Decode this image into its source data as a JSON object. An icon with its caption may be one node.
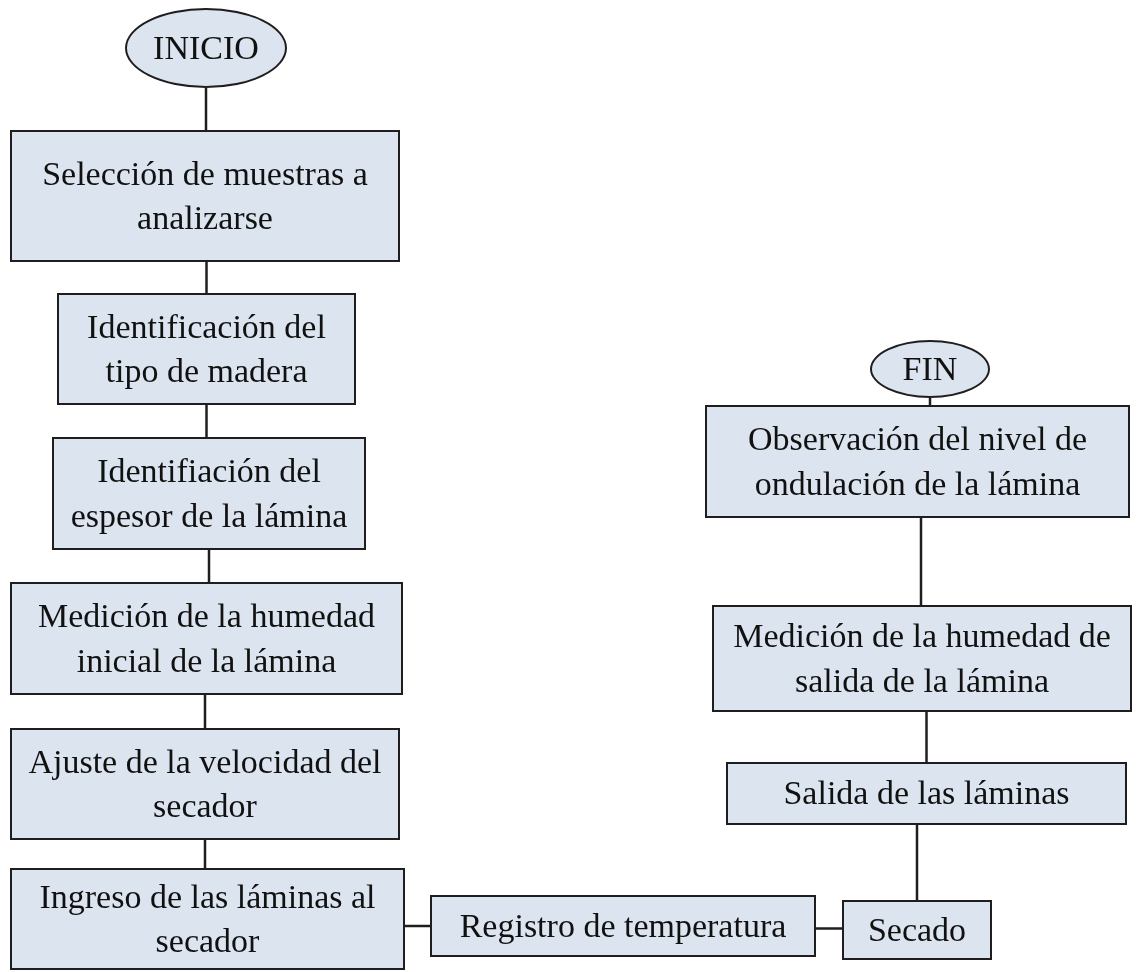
{
  "diagram": {
    "nodes": [
      {
        "text": [
          "INICIO"
        ]
      },
      {
        "text": [
          "Selección de muestras a analizarse"
        ]
      },
      {
        "text": [
          "Identificación del tipo de madera"
        ]
      },
      {
        "text": [
          "Identifiación del espesor de la lámina"
        ]
      },
      {
        "text": [
          "Medición de la humedad inicial de la lámina"
        ]
      },
      {
        "text": [
          "Ajuste de la velocidad del secador"
        ]
      },
      {
        "text": [
          "Ingreso de las láminas al secador"
        ]
      },
      {
        "text": [
          "Registro de temperatura"
        ]
      },
      {
        "text": [
          "Secado"
        ]
      },
      {
        "text": [
          "Salida de las láminas"
        ]
      },
      {
        "text": [
          "Medición de la humedad de salida de la lámina"
        ]
      },
      {
        "text": [
          "Observación del nivel de ondulación de la lámina"
        ]
      },
      {
        "text": [
          "FIN"
        ]
      }
    ],
    "edges": [
      {
        "from": 0,
        "to": 1,
        "arrow": "none"
      },
      {
        "from": 1,
        "to": 2,
        "arrow": "none"
      },
      {
        "from": 2,
        "to": 3,
        "arrow": "none"
      },
      {
        "from": 3,
        "to": 4,
        "arrow": "none"
      },
      {
        "from": 4,
        "to": 5,
        "arrow": "none"
      },
      {
        "from": 5,
        "to": 6,
        "arrow": "none"
      },
      {
        "from": 6,
        "to": 7,
        "arrow": "none"
      },
      {
        "from": 7,
        "to": 8,
        "arrow": "none"
      },
      {
        "from": 8,
        "to": 9,
        "arrow": "none"
      },
      {
        "from": 9,
        "to": 10,
        "arrow": "none"
      },
      {
        "from": 10,
        "to": 11,
        "arrow": "none"
      },
      {
        "from": 11,
        "to": 12,
        "arrow": "none"
      }
    ]
  }
}
